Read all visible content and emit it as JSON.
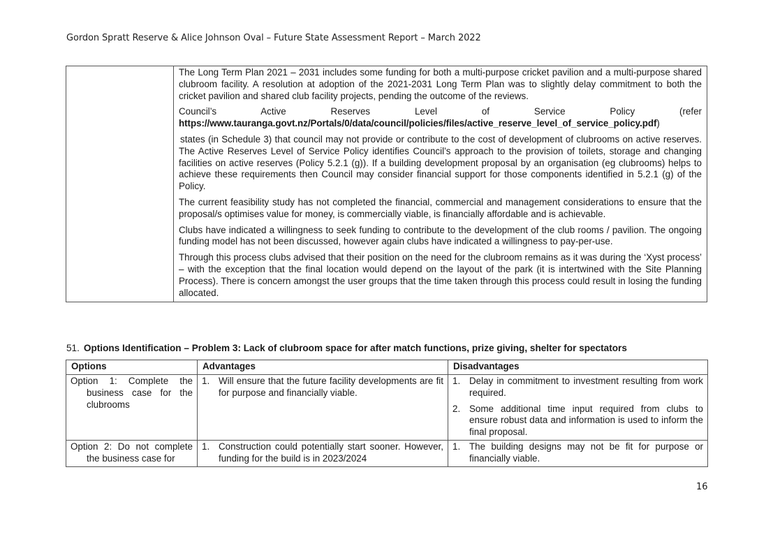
{
  "header": {
    "title": "Gordon Spratt Reserve & Alice Johnson Oval – Future State Assessment Report – March 2022"
  },
  "funding_table": {
    "p1": "The Long Term Plan 2021 – 2031 includes some funding for both a multi-purpose cricket pavilion and a multi-purpose shared clubroom facility. A resolution at adoption of the 2021-2031 Long Term Plan was to slightly delay commitment to both the cricket pavilion and shared club facility projects, pending the outcome of the reviews.",
    "p2_text": "Council’s Active Reserves Level of Service Policy (refer",
    "p2_url": "https://www.tauranga.govt.nz/Portals/0/data/council/policies/files/active_reserve_level_of_service_policy.pdf",
    "p2_close": ")",
    "p3": "states (in Schedule 3) that council may not provide or contribute to the cost of development of clubrooms on active reserves. The Active Reserves Level of Service Policy identifies Council’s approach to the provision of toilets, storage and changing facilities on active reserves (Policy 5.2.1 (g)). If a building development proposal by an organisation (eg clubrooms) helps to achieve these requirements then Council may consider financial support for those components identified in 5.2.1 (g) of the Policy.",
    "p4": "The current feasibility study has not completed the financial, commercial and management considerations to ensure that the proposal/s optimises value for money, is commercially viable, is financially affordable and is achievable.",
    "p5": "Clubs have indicated a willingness to seek funding to contribute to the development of the club rooms / pavilion. The ongoing funding model has not been discussed, however again clubs have indicated a willingness to pay-per-use.",
    "p6": "Through this process clubs advised that their position on the need for the clubroom remains as it was during the ‘Xyst process’ – with the exception that the final location would depend on the layout of the park (it is intertwined with the Site Planning Process). There is concern amongst the user groups that the time taken through this process could result in losing the funding allocated."
  },
  "section": {
    "number": "51.",
    "title": "Options Identification – Problem 3: Lack of clubroom space for after match functions, prize giving, shelter for spectators"
  },
  "options_table": {
    "headers": [
      "Options",
      "Advantages",
      "Disadvantages"
    ],
    "rows": [
      {
        "option_first": "Option 1: Complete the",
        "option_rest": "business case for the clubrooms",
        "advantages": [
          {
            "n": "1.",
            "text": "Will ensure that the future facility developments are fit for purpose and financially viable."
          }
        ],
        "disadvantages": [
          {
            "n": "1.",
            "text": "Delay in commitment to investment resulting from work required."
          },
          {
            "n": "2.",
            "text": "Some additional time input required from clubs to ensure robust data and information is used to inform the final proposal."
          }
        ]
      },
      {
        "option_first": "Option 2: Do not complete",
        "option_rest": "the business case for",
        "advantages": [
          {
            "n": "1.",
            "text": "Construction could potentially start sooner. However, funding for the build is in 2023/2024"
          }
        ],
        "disadvantages": [
          {
            "n": "1.",
            "text": "The building designs may not be fit for purpose or financially viable."
          }
        ]
      }
    ]
  },
  "page_number": "16"
}
